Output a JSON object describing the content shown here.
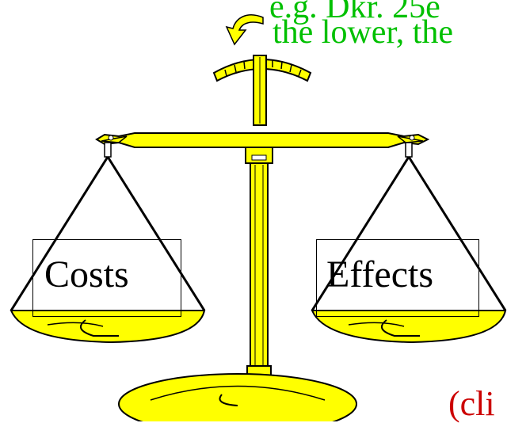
{
  "caption": {
    "line_1": "e.g. Dkr. 25e",
    "line_2": "the lower, the"
  },
  "scale": {
    "left_pan_label": "Costs",
    "right_pan_label": "Effects"
  },
  "hint": {
    "text": "(cli"
  },
  "colors": {
    "brass": "#ffff00",
    "outline": "#000000",
    "caption": "#00c000",
    "hint": "#cc0000"
  }
}
